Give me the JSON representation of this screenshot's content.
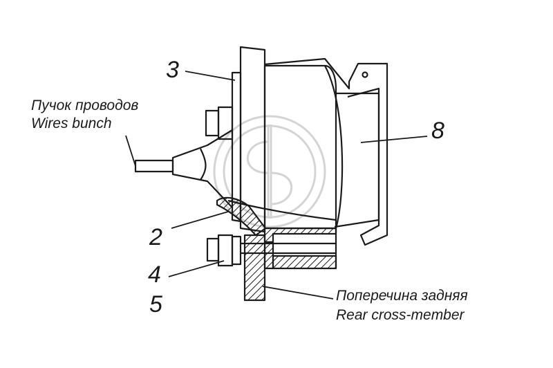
{
  "labels": {
    "part_3": "3",
    "part_8": "8",
    "part_2": "2",
    "part_4": "4",
    "part_5": "5",
    "wires_ru": "Пучок проводов",
    "wires_en": "Wires bunch",
    "crossmember_ru": "Поперечина задняя",
    "crossmember_en": "Rear cross-member"
  },
  "colors": {
    "line": "#1a1a1a",
    "watermark": "#d4d4d4"
  }
}
